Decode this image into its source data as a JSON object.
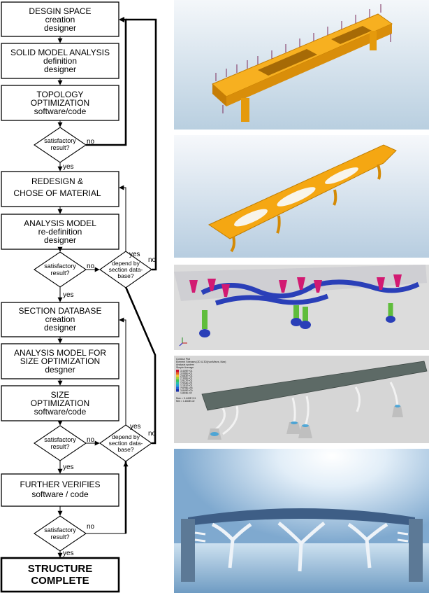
{
  "boxes": [
    {
      "l1": "DESGIN SPACE",
      "l2": "creation",
      "l3": "designer"
    },
    {
      "l1": "SOLID MODEL ANALYSIS",
      "l2": "definition",
      "l3": "designer"
    },
    {
      "l1": "TOPOLOGY",
      "l2": "OPTIMIZATION",
      "l3": "software/code"
    },
    {
      "l1": "REDESIGN &",
      "l2": "CHOSE OF MATERIAL"
    },
    {
      "l1": "ANALYSIS MODEL",
      "l2": "re-definition",
      "l3": "designer"
    },
    {
      "l1": "SECTION DATABASE",
      "l2": "creation",
      "l3": "designer"
    },
    {
      "l1": "ANALYSIS MODEL FOR",
      "l2": "SIZE OPTIMIZATION",
      "l3": "desgner"
    },
    {
      "l1": "SIZE",
      "l2": "OPTIMIZATION",
      "l3": "software/code"
    },
    {
      "l1": "FURTHER VERIFIES",
      "l2": "software / code"
    },
    {
      "l1": "STRUCTURE",
      "l2": "COMPLETE"
    }
  ],
  "decisions": {
    "satisfactory_l1": "satisfactory",
    "satisfactory_l2": "result?",
    "depend_l1": "depend by",
    "depend_l2": "section data-",
    "depend_l3": "base?"
  },
  "edge_labels": {
    "yes": "yes",
    "no": "no"
  },
  "panel3_caption": "",
  "panel4_legend": {
    "title": "Contour Plot",
    "sub1": "Element Stresses (2D & 3D)(vonMises, Max)",
    "sub2": "Analysis system",
    "sub3": "Simple Average",
    "values": [
      "3.449E+01",
      "3.066E+01",
      "2.683E+01",
      "2.300E+01",
      "1.917E+01",
      "1.534E+01",
      "1.151E+01",
      "7.679E+00",
      "3.849E+00",
      "1.833E-02"
    ],
    "max_label": "Max = 3.449E+01",
    "min_label": "Min = 1.833E-02"
  },
  "colors": {
    "box_border": "#000000",
    "orange": "#f5a712",
    "magenta": "#d21a72",
    "blue": "#2a3fb8",
    "green": "#5fbd3c",
    "grey_bg": "#d4d4d4",
    "sky": "#bcd5ea"
  }
}
